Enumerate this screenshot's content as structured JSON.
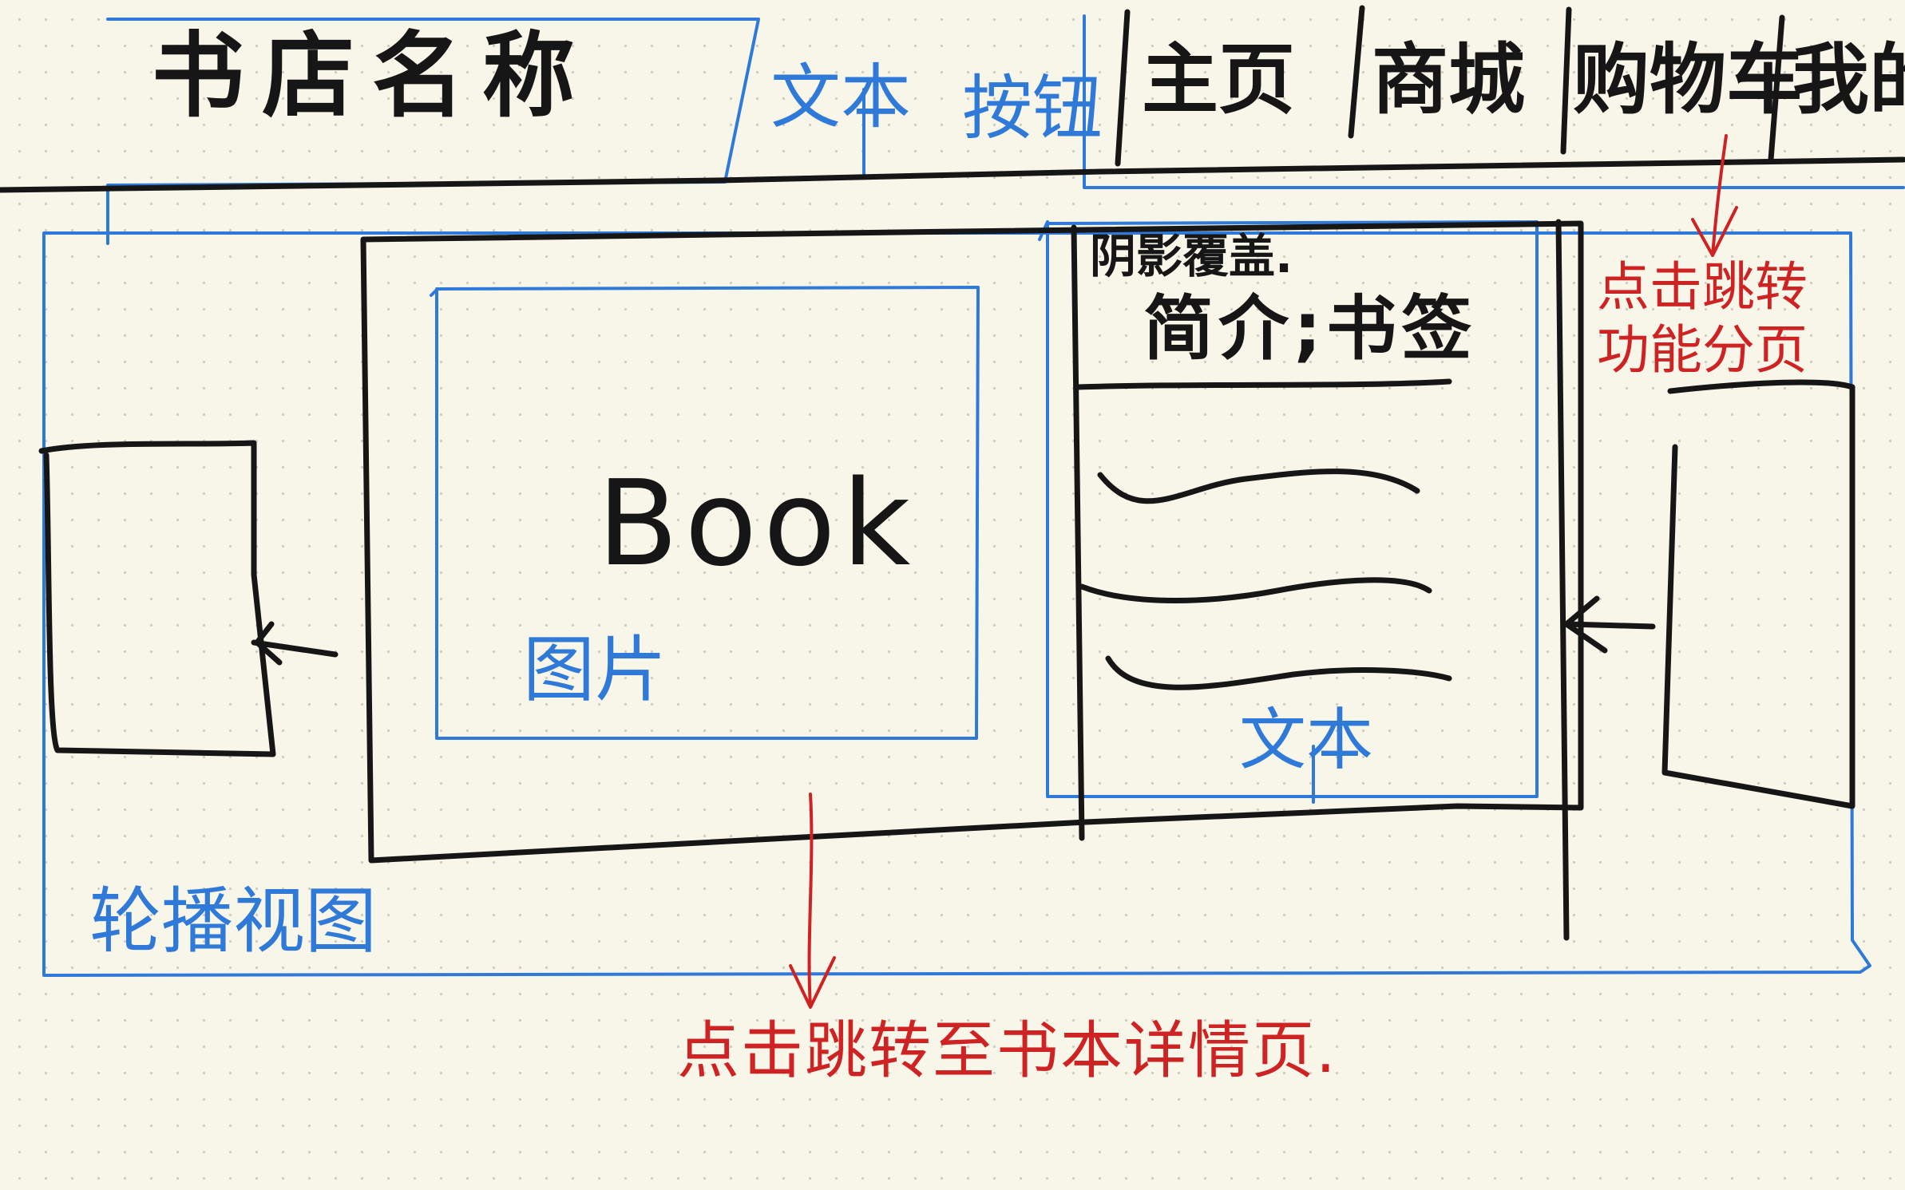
{
  "header": {
    "store_name": "书店名称",
    "anno_text": "文本",
    "anno_button": "按钮",
    "nav": [
      "主页",
      "商城",
      "购物车",
      "我的"
    ],
    "anno_nav_click": "点击跳转\n功能分页"
  },
  "carousel": {
    "book_image_text": "Book",
    "anno_image": "图片",
    "overlay_label": "阴影覆盖.",
    "intro_label": "简介;书签",
    "anno_text": "文本",
    "anno_carousel": "轮播视图",
    "anno_click": "点击跳转至书本详情页."
  },
  "colors": {
    "ink": "#161616",
    "annotation_blue": "#2f7ad8",
    "annotation_red": "#cf2323",
    "paper": "#f8f5e9"
  }
}
